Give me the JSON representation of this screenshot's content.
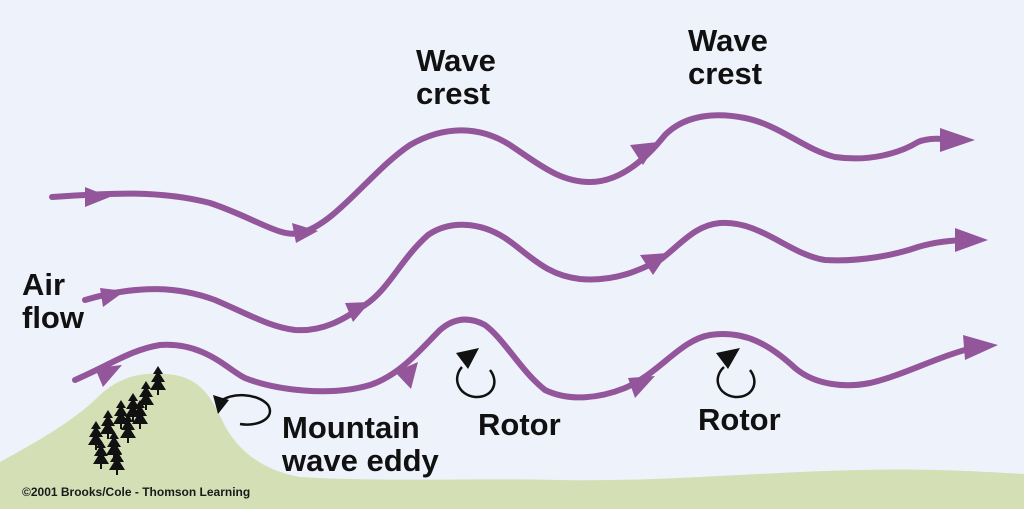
{
  "labels": {
    "wave_crest_1": "Wave\ncrest",
    "wave_crest_2": "Wave\ncrest",
    "air_flow": "Air\nflow",
    "rotor_1": "Rotor",
    "rotor_2": "Rotor",
    "mountain_wave_eddy": "Mountain\nwave eddy"
  },
  "copyright": "©2001 Brooks/Cole - Thomson Learning",
  "colors": {
    "background": "#eef3fb",
    "ground": "#d4dfb6",
    "airflow_line": "#93569b",
    "trees": "#111111",
    "arrows": "#111111"
  },
  "icons": {
    "flow_arrowhead": "triangle-arrowhead",
    "rotor": "circular-arrow-icon",
    "tree": "pine-tree-icon"
  }
}
